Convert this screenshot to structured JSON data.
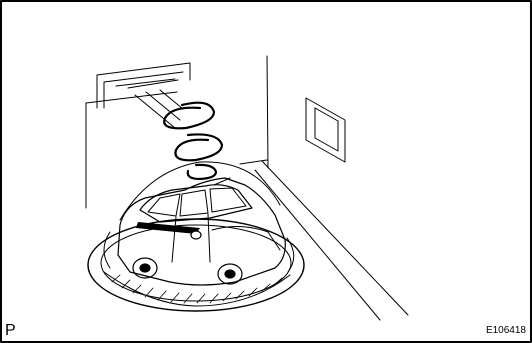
{
  "figure": {
    "view_label": "P",
    "figure_id": "E106418"
  },
  "colors": {
    "line": "#000000",
    "background": "#ffffff"
  },
  "illustration": {
    "subject": "car-on-turntable",
    "icons": [
      "car-icon",
      "turntable-icon",
      "rotation-spiral-icon",
      "wall-window-icon",
      "garage-door-icon"
    ]
  }
}
